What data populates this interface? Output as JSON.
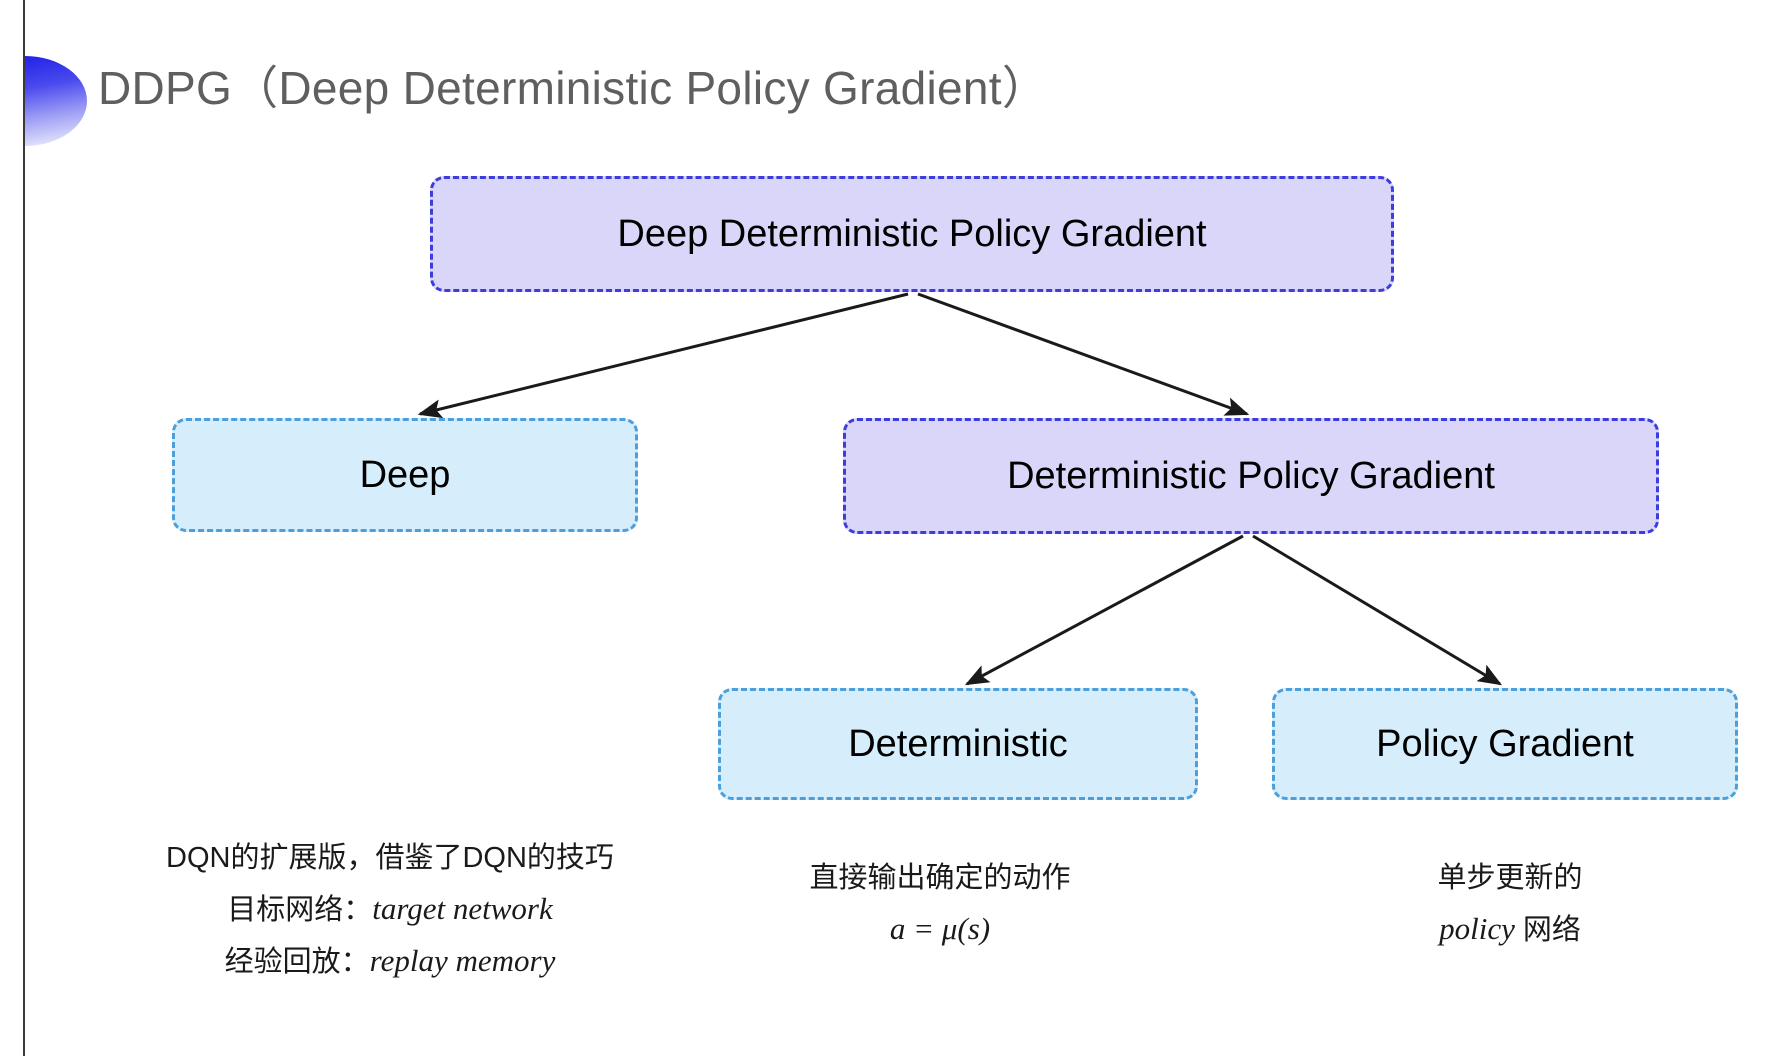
{
  "slide": {
    "title": "DDPG（Deep Deterministic Policy Gradient）",
    "title_color": "#5f5f5f",
    "background": "#ffffff",
    "accent_gradient_from": "#2222e8",
    "accent_gradient_to": "#ffffff"
  },
  "diagram": {
    "type": "tree",
    "node_fill_purple": "#d9d6fa",
    "node_border_purple": "#3d3ddb",
    "node_fill_blue": "#d6eefb",
    "node_border_blue": "#4c9fda",
    "arrow_color": "#1a1a1a",
    "nodes": [
      {
        "id": "ddpg",
        "label": "Deep Deterministic Policy Gradient",
        "style": "purple"
      },
      {
        "id": "deep",
        "label": "Deep",
        "style": "blue"
      },
      {
        "id": "dpg",
        "label": "Deterministic Policy Gradient",
        "style": "purple"
      },
      {
        "id": "det",
        "label": "Deterministic",
        "style": "blue"
      },
      {
        "id": "pg",
        "label": "Policy Gradient",
        "style": "blue"
      }
    ],
    "edges": [
      {
        "from": "ddpg",
        "to": "deep"
      },
      {
        "from": "ddpg",
        "to": "dpg"
      },
      {
        "from": "dpg",
        "to": "det"
      },
      {
        "from": "dpg",
        "to": "pg"
      }
    ]
  },
  "notes": {
    "deep": {
      "line1": "DQN的扩展版，借鉴了DQN的技巧",
      "line2_label": "目标网络：",
      "line2_term": "target network",
      "line3_label": "经验回放：",
      "line3_term": "replay memory"
    },
    "deterministic": {
      "line1": "直接输出确定的动作",
      "line2": "a = μ(s)"
    },
    "policy_gradient": {
      "line1": "单步更新的",
      "line2_term": "policy",
      "line2_suffix": " 网络"
    }
  }
}
